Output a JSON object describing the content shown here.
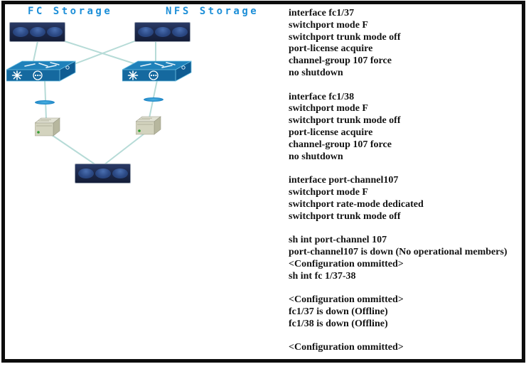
{
  "diagram": {
    "labels": {
      "fc": "FC Storage",
      "nfs": "NFS Storage"
    },
    "nodes": [
      {
        "id": "fc-storage-array",
        "type": "storage-array-icon"
      },
      {
        "id": "nfs-storage-array",
        "type": "storage-array-icon"
      },
      {
        "id": "fabric-switch-left",
        "type": "mds-switch-icon"
      },
      {
        "id": "fabric-switch-right",
        "type": "mds-switch-icon"
      },
      {
        "id": "link-lens-left",
        "type": "connection-lens-icon"
      },
      {
        "id": "link-lens-right",
        "type": "connection-lens-icon"
      },
      {
        "id": "host-left",
        "type": "host-icon"
      },
      {
        "id": "host-right",
        "type": "host-icon"
      },
      {
        "id": "shared-storage-array",
        "type": "storage-array-icon"
      }
    ]
  },
  "console": {
    "lines": [
      "interface fc1/37",
      "switchport mode F",
      "switchport trunk mode off",
      "port-license acquire",
      "channel-group 107 force",
      "no shutdown",
      "",
      "interface fc1/38",
      "switchport mode F",
      "switchport trunk mode off",
      "port-license acquire",
      "channel-group 107 force",
      "no shutdown",
      "",
      "interface port-channel107",
      "switchport mode F",
      "switchport rate-mode dedicated",
      "switchport trunk mode off",
      "",
      "sh int port-channel 107",
      "port-channel107 is down (No operational members)",
      "<Configuration ommitted>",
      "sh int fc 1/37-38",
      "",
      "<Configuration ommitted>",
      "fc1/37 is down (Offline)",
      "fc1/38 is down (Offline)",
      "",
      "<Configuration ommitted>"
    ]
  },
  "colors": {
    "label_blue": "#1d8fd8",
    "switch_blue": "#1a77b2",
    "storage_navy": "#1b2748",
    "host_beige": "#d2d2bd",
    "link_line": "#b6dbd7",
    "frame_border": "#0d0d0d"
  }
}
